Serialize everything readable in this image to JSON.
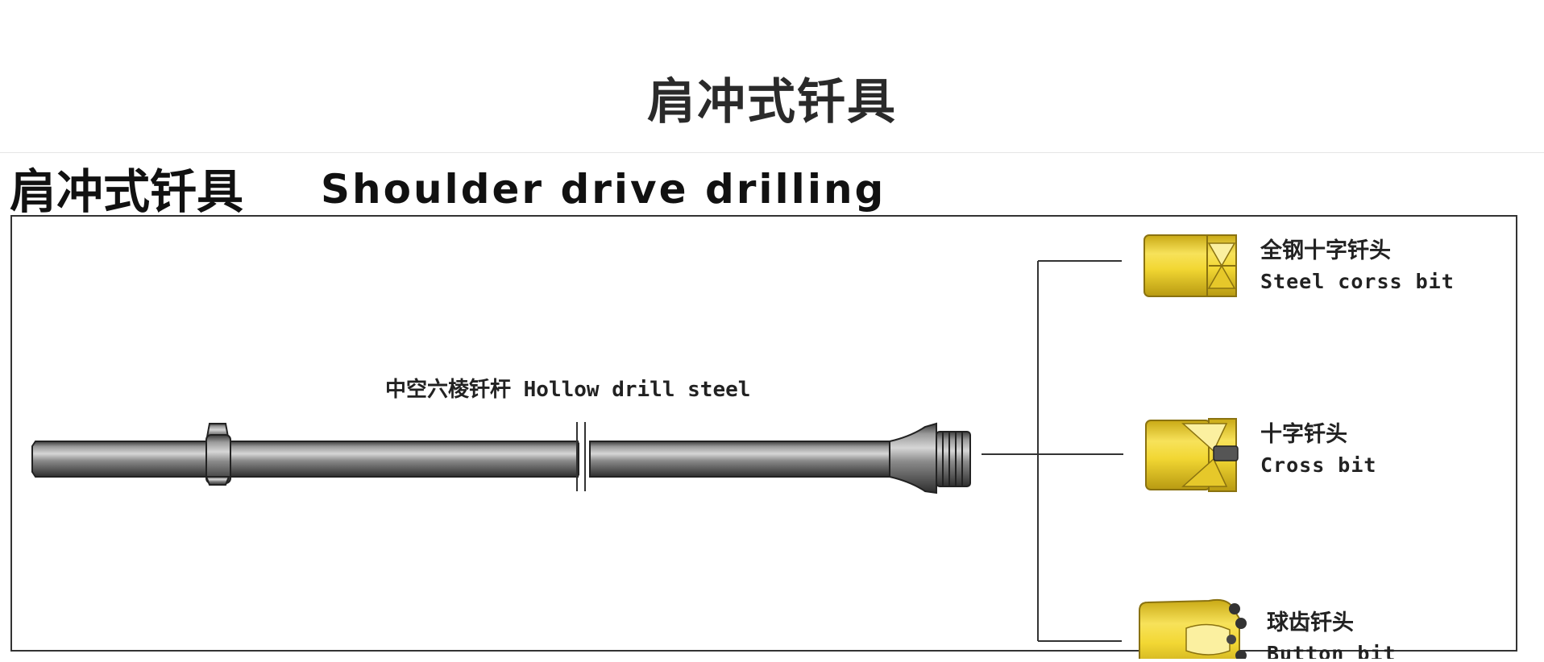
{
  "page": {
    "title": "肩冲式钎具"
  },
  "figure": {
    "heading_cn": "肩冲式钎具",
    "heading_en": "Shoulder drive drilling",
    "rod": {
      "label": "中空六棱钎杆 Hollow drill steel"
    },
    "bits": [
      {
        "name_cn": "全钢十字钎头",
        "name_en": "Steel corss bit"
      },
      {
        "name_cn": "十字钎头",
        "name_en": "Cross bit"
      },
      {
        "name_cn": "球齿钎头",
        "name_en": "Button bit"
      }
    ]
  },
  "colors": {
    "rod_dark": "#3a3a3a",
    "rod_mid": "#8a8a8a",
    "rod_light": "#cfcfcf",
    "bit_yellow": "#f2d733",
    "bit_dark": "#b89a12",
    "bit_light": "#fbf0a0"
  },
  "icons": {
    "rod": "hex-drill-rod-icon",
    "steel_cross_bit": "steel-cross-bit-icon",
    "cross_bit": "cross-bit-icon",
    "button_bit": "button-bit-icon"
  }
}
